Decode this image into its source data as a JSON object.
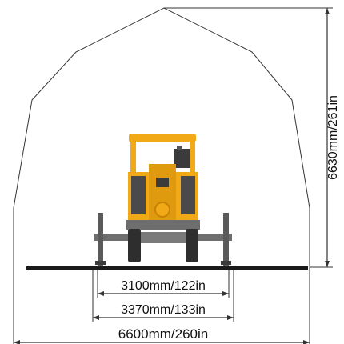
{
  "dimensions": {
    "height": "6630mm/261in",
    "width_inner": "3100mm/122in",
    "width_middle": "3370mm/133in",
    "width_outer": "6600mm/260in"
  },
  "colors": {
    "machine_body": "#F2A917",
    "machine_dark": "#3B3B3B",
    "machine_grey": "#6E6E6E",
    "ground": "#1A1A1A",
    "line": "#333333"
  }
}
